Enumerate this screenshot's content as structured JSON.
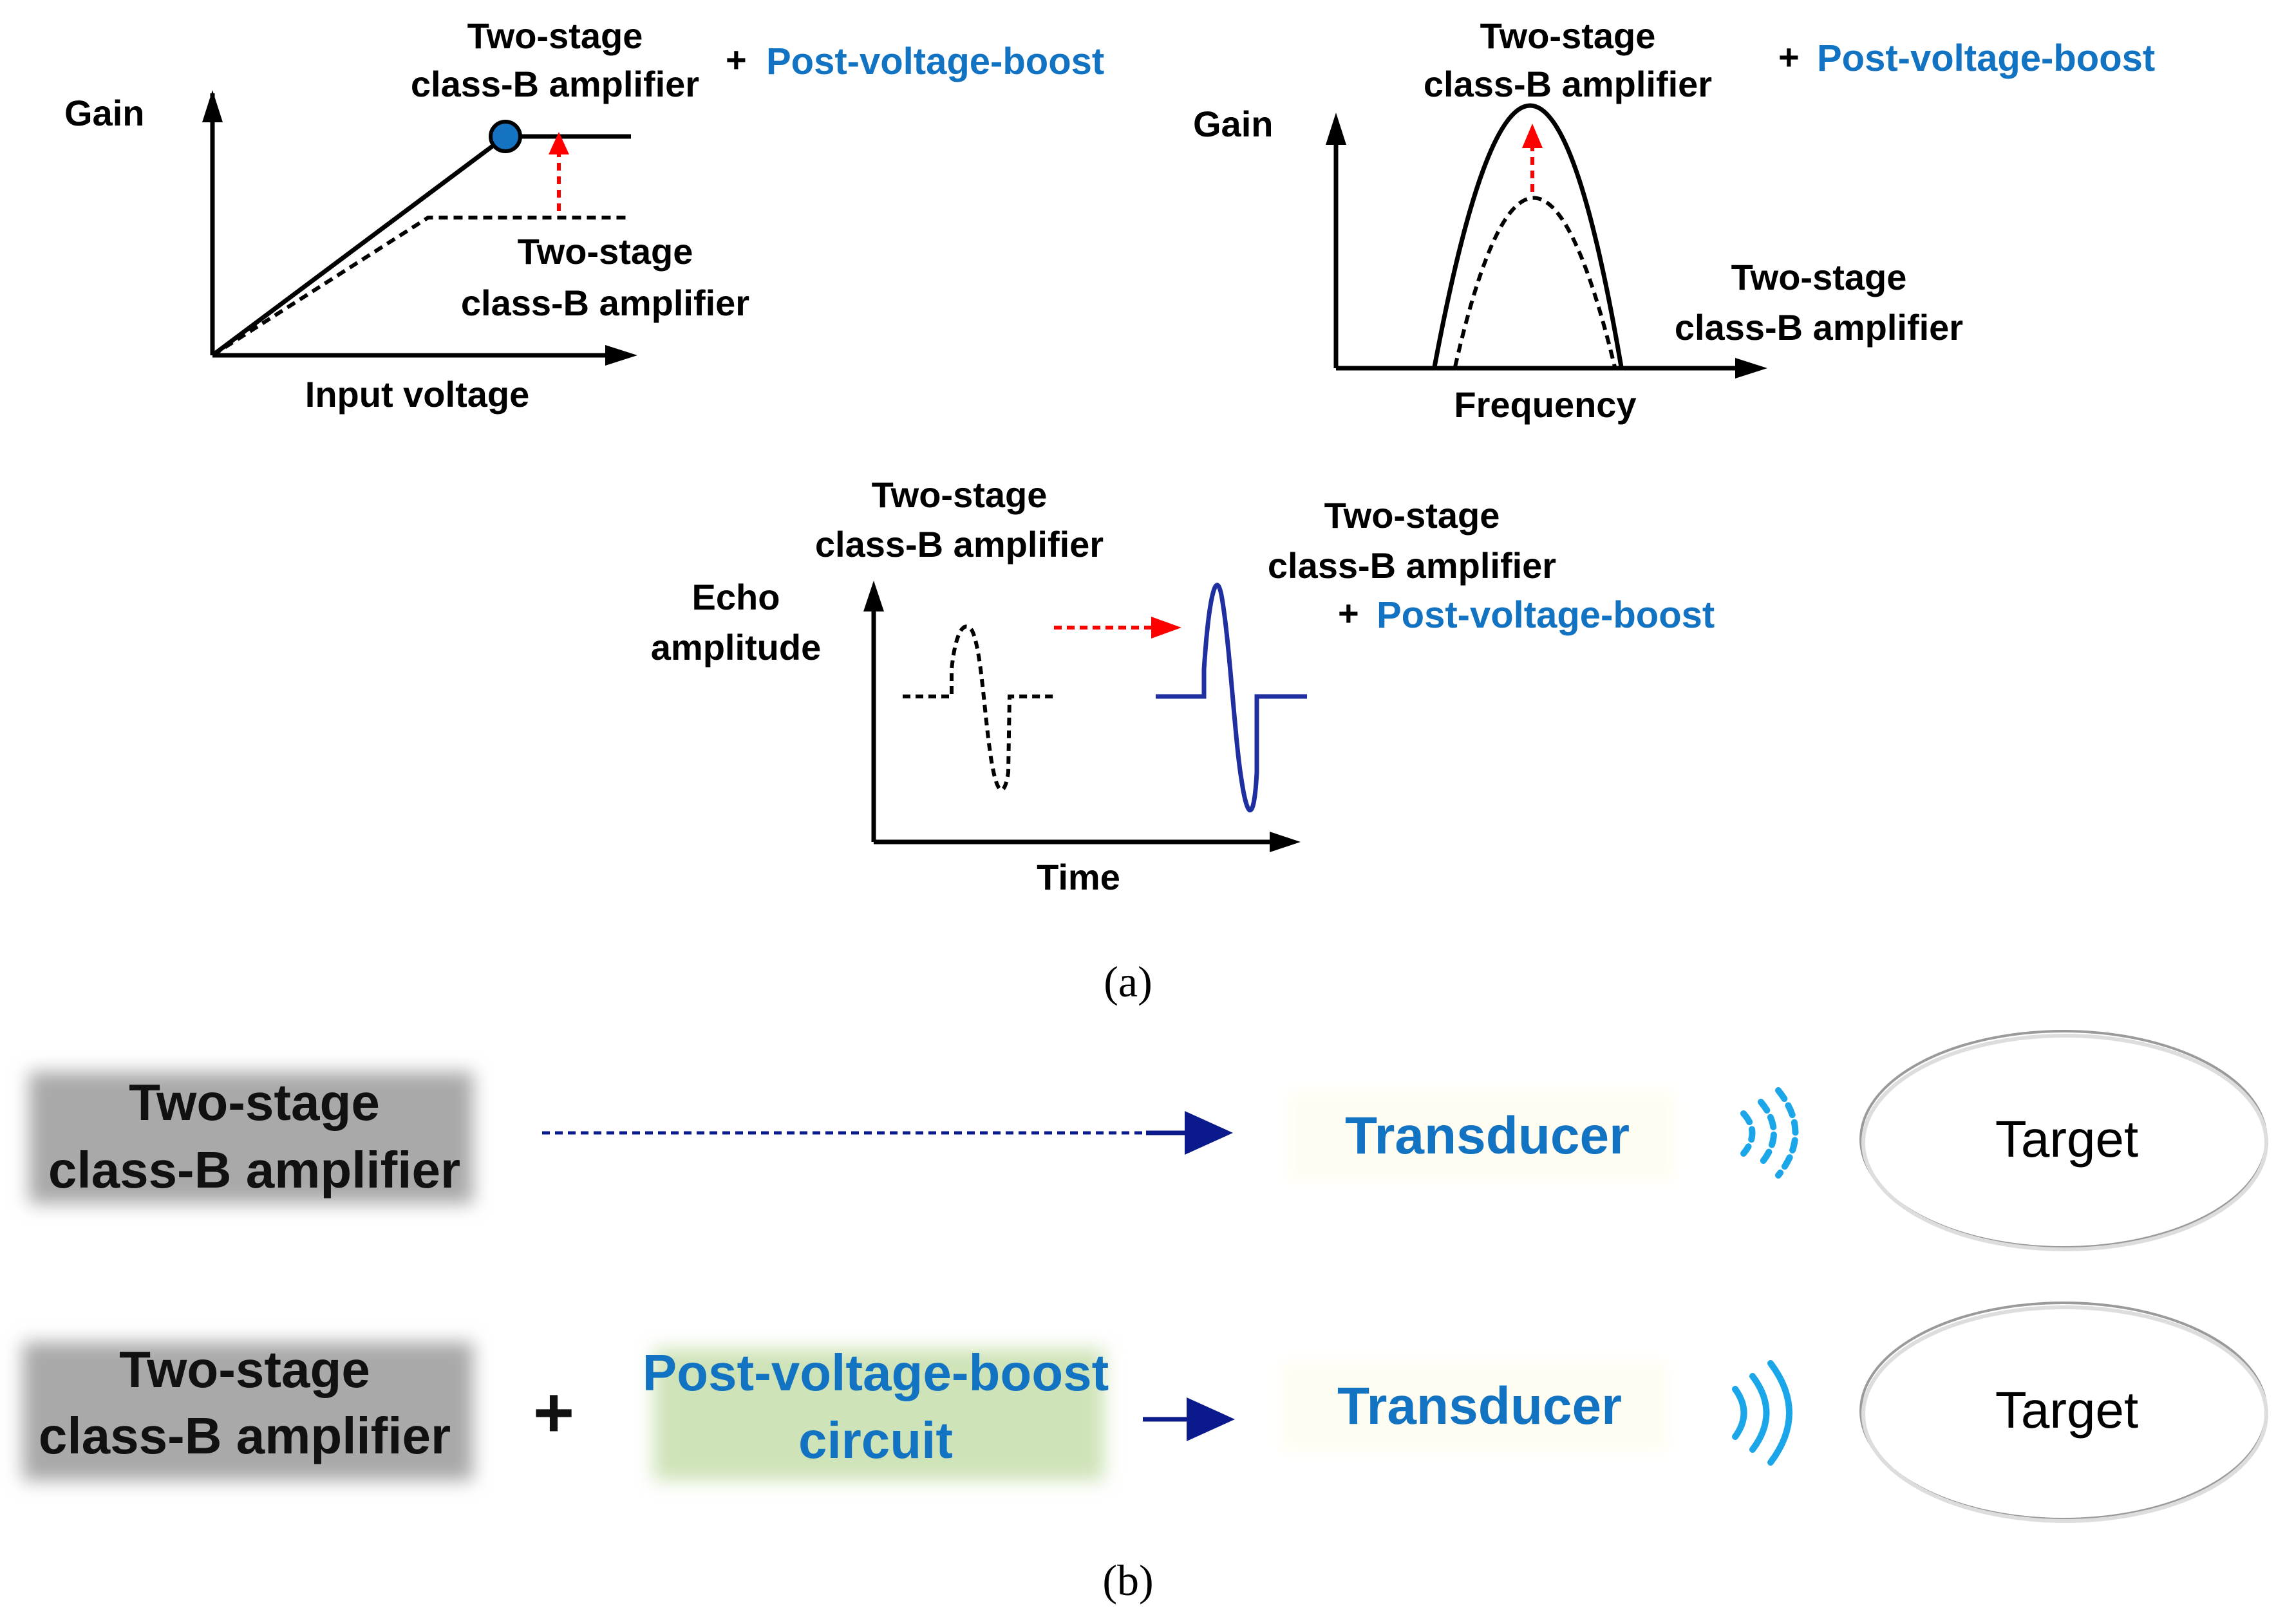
{
  "panel_a": {
    "gain_vs_voltage": {
      "y_label": "Gain",
      "x_label": "Input voltage",
      "boosted_label_line1": "Two-stage",
      "boosted_label_line2": "class-B amplifier",
      "boost_suffix_plus": "+",
      "boost_suffix_text": "Post-voltage-boost",
      "baseline_label_line1": "Two-stage",
      "baseline_label_line2": "class-B amplifier"
    },
    "gain_vs_frequency": {
      "y_label": "Gain",
      "x_label": "Frequency",
      "boosted_label_line1": "Two-stage",
      "boosted_label_line2": "class-B amplifier",
      "boost_suffix_plus": "+",
      "boost_suffix_text": "Post-voltage-boost",
      "baseline_label_line1": "Two-stage",
      "baseline_label_line2": "class-B amplifier"
    },
    "echo_vs_time": {
      "y_label_line1": "Echo",
      "y_label_line2": "amplitude",
      "x_label": "Time",
      "baseline_label_line1": "Two-stage",
      "baseline_label_line2": "class-B amplifier",
      "boosted_label_line1": "Two-stage",
      "boosted_label_line2": "class-B amplifier",
      "boost_suffix_plus": "+",
      "boost_suffix_text": "Post-voltage-boost"
    },
    "caption": "(a)"
  },
  "panel_b": {
    "row1": {
      "amp_line1": "Two-stage",
      "amp_line2": "class-B amplifier",
      "transducer": "Transducer",
      "target": "Target"
    },
    "row2": {
      "amp_line1": "Two-stage",
      "amp_line2": "class-B amplifier",
      "plus": "+",
      "boost_line1": "Post-voltage-boost",
      "boost_line2": "circuit",
      "transducer": "Transducer",
      "target": "Target"
    },
    "caption": "(b)"
  },
  "colors": {
    "accent_blue": "#1273c3",
    "arrow_red": "#ff0000",
    "navy": "#0a1a8c",
    "wave_blue": "#1f2fa0",
    "wave_cyan": "#1aa6e8",
    "amp_box_gray": "#a9a9a9",
    "boost_box_green": "#cfe3b8"
  }
}
